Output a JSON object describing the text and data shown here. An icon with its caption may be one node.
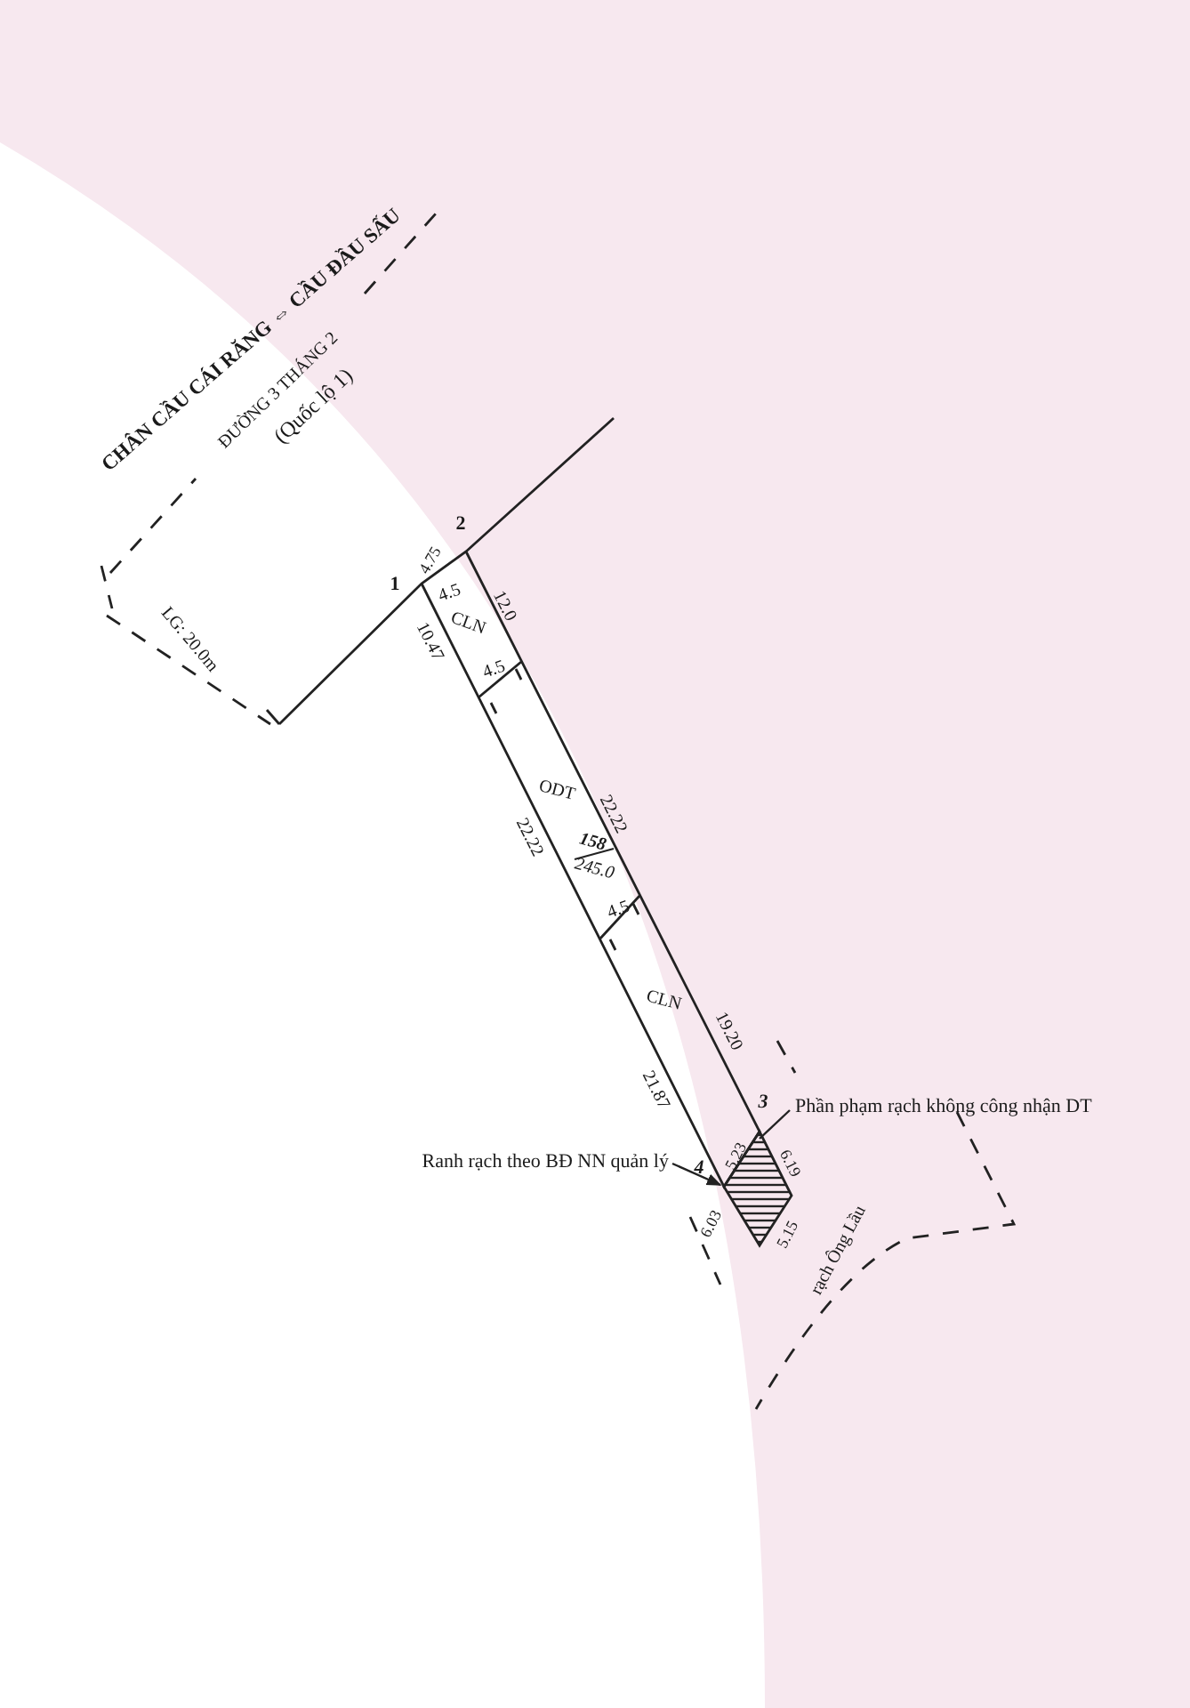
{
  "diagram": {
    "nodes": [
      {
        "text": [
          "Phần phạm rạch không công nhận DT"
        ]
      },
      {
        "text": [
          "Ranh rạch theo BĐ NN quản lý"
        ]
      },
      {
        "text": [],
        "shape": "diamond"
      }
    ],
    "edges": [
      {
        "from": 0,
        "to": 2,
        "arrow": "none"
      },
      {
        "from": 1,
        "to": 2,
        "arrow": "to"
      }
    ],
    "labels": [
      "CHÂN CẦU CÁI RĂNG ⇔ CẦU ĐẦU SẤU",
      "ĐƯỜNG 3 THÁNG 2",
      "(Quốc lộ 1)",
      "LG: 20.0m",
      "1",
      "4.75",
      "2",
      "4.5",
      "CLN",
      "12.0",
      "10.47",
      "4.5",
      "ODT",
      "22.22",
      "22.22",
      "158",
      "245.0",
      "4.5",
      "CLN",
      "19.20",
      "21.87",
      "3",
      "5.23",
      "6.19",
      "4",
      "6.03",
      "5.15",
      "rạch Ông Lầu"
    ]
  }
}
